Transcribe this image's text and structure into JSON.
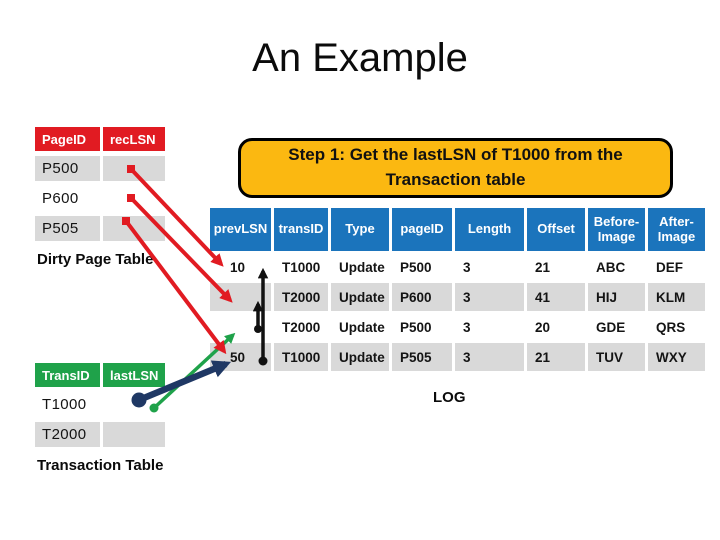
{
  "title": "An Example",
  "colors": {
    "header_red": "#E11B22",
    "header_blue": "#1B74BC",
    "header_green": "#1FA24A",
    "row_gray": "#D9D9D9",
    "step_bg": "#FBB811",
    "arrow_red": "#E11B22",
    "arrow_green": "#1FA24A",
    "arrow_navy": "#1F3864",
    "arrow_black": "#111111"
  },
  "step_box": {
    "line1": "Step 1: Get the lastLSN of T1000 from the",
    "line2": "Transaction table"
  },
  "dirty_page_table": {
    "label": "Dirty Page Table",
    "headers": [
      "PageID",
      "recLSN"
    ],
    "rows": [
      [
        "P500",
        ""
      ],
      [
        "P600",
        ""
      ],
      [
        "P505",
        ""
      ]
    ]
  },
  "log_table": {
    "label": "LOG",
    "headers": [
      "prevLSN",
      "transID",
      "Type",
      "pageID",
      "Length",
      "Offset",
      "Before-Image",
      "After-Image"
    ],
    "rows": [
      [
        "10",
        "T1000",
        "Update",
        "P500",
        "3",
        "21",
        "ABC",
        "DEF"
      ],
      [
        "",
        "T2000",
        "Update",
        "P600",
        "3",
        "41",
        "HIJ",
        "KLM"
      ],
      [
        "",
        "T2000",
        "Update",
        "P500",
        "3",
        "20",
        "GDE",
        "QRS"
      ],
      [
        "50",
        "T1000",
        "Update",
        "P505",
        "3",
        "21",
        "TUV",
        "WXY"
      ]
    ]
  },
  "transaction_table": {
    "label": "Transaction Table",
    "headers": [
      "TransID",
      "lastLSN"
    ],
    "rows": [
      [
        "T1000",
        ""
      ],
      [
        "T2000",
        ""
      ]
    ]
  },
  "arrows": [
    {
      "id": "arrow-reclsn-p500",
      "color": "#E11B22",
      "links": "P500 recLSN to log record 10"
    },
    {
      "id": "arrow-reclsn-p600",
      "color": "#E11B22",
      "links": "P600 recLSN to log record 2"
    },
    {
      "id": "arrow-reclsn-p505",
      "color": "#E11B22",
      "links": "P505 recLSN to log record 50"
    },
    {
      "id": "arrow-prevlsn-chain-t1000",
      "color": "#111111",
      "links": "log record 50 prevLSN up to record 10"
    },
    {
      "id": "arrow-prevlsn-chain-t2000",
      "color": "#111111",
      "links": "log record 3 prevLSN up to record 2"
    },
    {
      "id": "arrow-lastlsn-t2000",
      "color": "#1FA24A",
      "links": "T2000 lastLSN to its latest log record"
    },
    {
      "id": "arrow-lastlsn-t1000",
      "color": "#1F3864",
      "links": "T1000 lastLSN to log record 50"
    }
  ]
}
